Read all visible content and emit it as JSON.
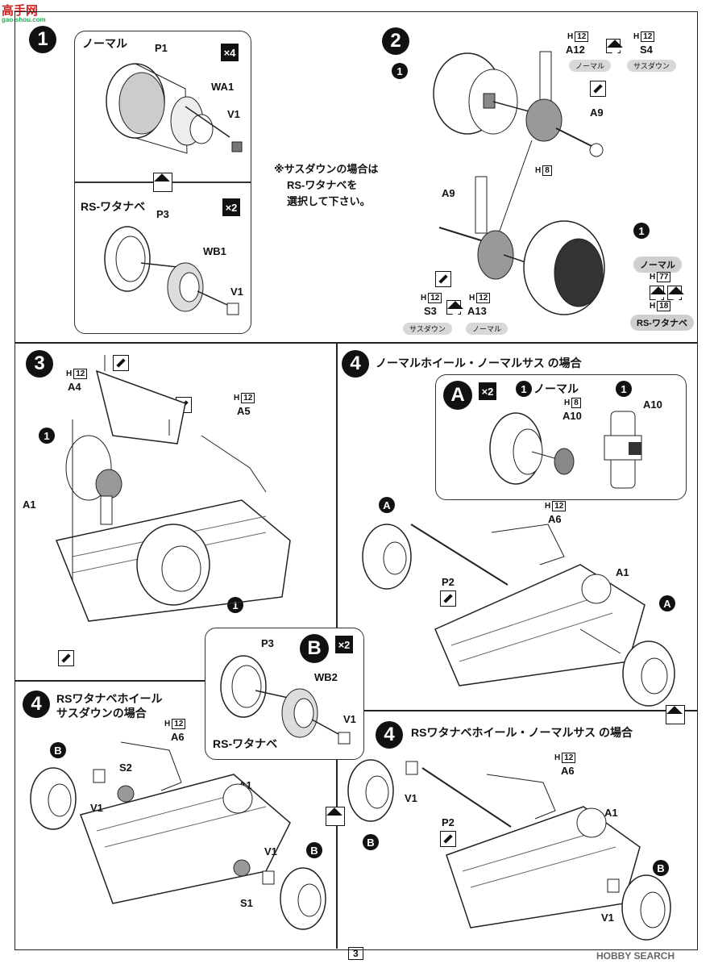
{
  "watermark_top": "高手网",
  "watermark_top_url": "gao-shou.com",
  "watermark_bottom": "HOBBY SEARCH",
  "page_number": "3",
  "icons": {
    "flip": "flip-diamond-icon",
    "glue": "cement-glue-icon"
  },
  "step1": {
    "num": "1",
    "normal": {
      "title": "ノーマル",
      "multiplier": "×4",
      "labels": [
        "P1",
        "WA1",
        "V1"
      ]
    },
    "rs": {
      "title": "RS-ワタナベ",
      "multiplier": "×2",
      "labels": [
        "P3",
        "WB1",
        "V1"
      ]
    }
  },
  "note": {
    "line1": "※サスダウンの場合は",
    "line2": "RS-ワタナベを",
    "line3": "選択して下さい。"
  },
  "step2": {
    "num": "2",
    "ref": "1",
    "ref2": "1",
    "h12a": "H",
    "h12a_num": "12",
    "a12": "A12",
    "h12b": "H",
    "h12b_num": "12",
    "s4": "S4",
    "pill_normal": "ノーマル",
    "pill_sasdown": "サスダウン",
    "a9_top": "A9",
    "h8": "H",
    "h8_num": "8",
    "a9_bottom": "A9",
    "h12c": "H",
    "h12c_num": "12",
    "s3": "S3",
    "h12d": "H",
    "h12d_num": "12",
    "a13": "A13",
    "pill_sasdown2": "サスダウン",
    "pill_normal2": "ノーマル",
    "right_pill_normal": "ノーマル",
    "h77": "H",
    "h77_num": "77",
    "h18": "H",
    "h18_num": "18",
    "right_pill_rs": "RS-ワタナベ"
  },
  "step3": {
    "num": "3",
    "h12a": "H",
    "h12a_num": "12",
    "a4": "A4",
    "h12b": "H",
    "h12b_num": "12",
    "a5": "A5",
    "ref_left": "1",
    "a1": "A1",
    "ref_bottom": "1"
  },
  "step4_normal": {
    "num": "4",
    "title": "ノーマルホイール・ノーマルサス の場合",
    "sub_letter": "A",
    "sub_mult": "×2",
    "sub_ref1": "1",
    "sub_normal": "ノーマル",
    "sub_h8": "H",
    "sub_h8_num": "8",
    "sub_a10a": "A10",
    "sub_ref2": "1",
    "sub_a10b": "A10",
    "letter_a_left": "A",
    "h12": "H",
    "h12_num": "12",
    "a6": "A6",
    "a1": "A1",
    "p2": "P2",
    "letter_a_right": "A"
  },
  "assembly_b": {
    "p3": "P3",
    "letter": "B",
    "mult": "×2",
    "wb2": "WB2",
    "v1": "V1",
    "caption": "RS-ワタナベ"
  },
  "step4_rs_down": {
    "num": "4",
    "title_line1": "RSワタナベホイール",
    "title_line2": "サスダウンの場合",
    "h12": "H",
    "h12_num": "12",
    "a6": "A6",
    "b_left": "B",
    "s2": "S2",
    "a1": "A1",
    "v1_left": "V1",
    "v1_right": "V1",
    "b_right": "B",
    "s1": "S1"
  },
  "step4_rs_normal": {
    "num": "4",
    "title": "RSワタナベホイール・ノーマルサス の場合",
    "h12": "H",
    "h12_num": "12",
    "a6": "A6",
    "v1_top": "V1",
    "a1": "A1",
    "p2": "P2",
    "b_left": "B",
    "b_right": "B",
    "v1_bottom": "V1"
  }
}
